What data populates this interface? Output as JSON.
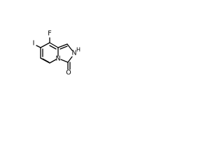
{
  "molecule": {
    "atoms": {
      "fluorine": "F",
      "iodine": "I",
      "nitrogen_bridge": "N",
      "nitrogen_nh": "N",
      "nh_hydrogen": "H",
      "carbonyl_oxygen": "O"
    }
  }
}
